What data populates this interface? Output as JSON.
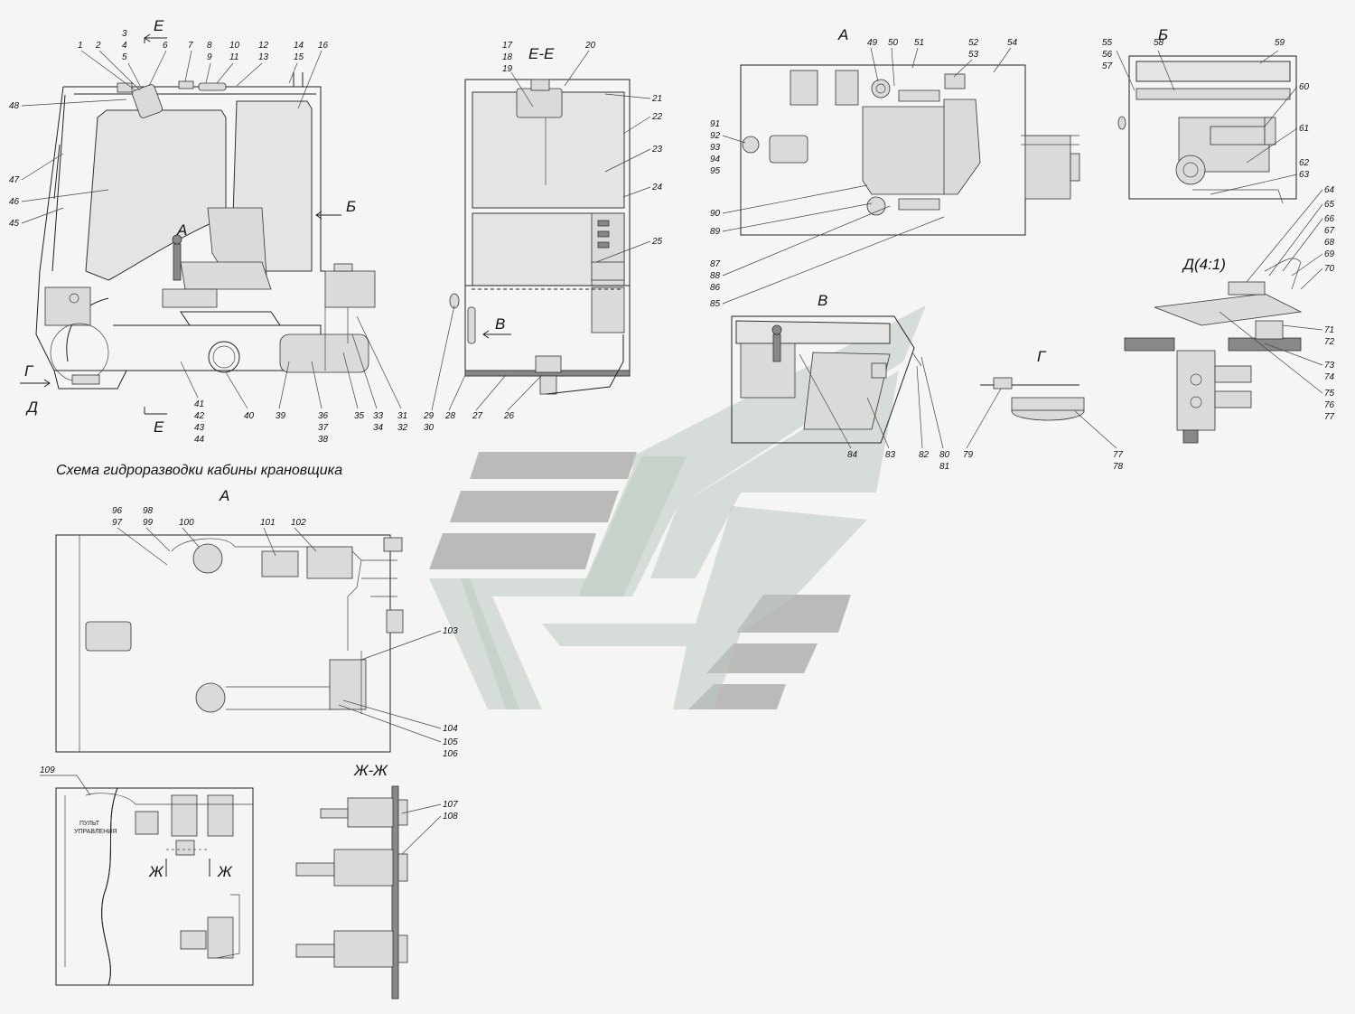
{
  "caption": "Схема гидроразводки кабины крановщика",
  "view_titles": {
    "section_ee": "Е-Е",
    "view_a_top": "А",
    "view_b_top": "Б",
    "view_v": "В",
    "view_g": "Г",
    "view_d": "Д(4:1)",
    "view_a_bottom": "А",
    "section_zhzh": "Ж-Ж"
  },
  "markers": {
    "e_top": "Е",
    "e_bottom": "Е",
    "a_side": "А",
    "b_side": "Б",
    "v_section": "В",
    "g_side": "Г",
    "d_side": "Д",
    "zh_left": "Ж",
    "zh_right": "Ж"
  },
  "panel_label": [
    "ПУЛЬТ",
    "УПРАВЛЕНИЯ"
  ],
  "callouts": {
    "side_top": [
      "1",
      "2",
      "3",
      "4",
      "5",
      "6",
      "7",
      "8",
      "9",
      "10",
      "11",
      "12",
      "13",
      "14",
      "15",
      "16"
    ],
    "side_left": [
      "48",
      "47",
      "46",
      "45"
    ],
    "side_bottom": [
      "41",
      "42",
      "43",
      "44",
      "40",
      "39",
      "36",
      "37",
      "38",
      "35",
      "33",
      "34",
      "31",
      "32"
    ],
    "section_ee": [
      "17",
      "18",
      "19",
      "20",
      "21",
      "22",
      "23",
      "24",
      "25",
      "29",
      "30",
      "28",
      "27",
      "26"
    ],
    "view_a_top": [
      "49",
      "50",
      "51",
      "52",
      "53",
      "54",
      "91",
      "92",
      "93",
      "94",
      "95",
      "90",
      "89",
      "87",
      "88",
      "86",
      "85"
    ],
    "view_b": [
      "55",
      "56",
      "57",
      "58",
      "59",
      "60",
      "61",
      "62",
      "63"
    ],
    "view_d": [
      "64",
      "65",
      "66",
      "67",
      "68",
      "69",
      "70",
      "71",
      "72",
      "73",
      "74",
      "75",
      "76",
      "77"
    ],
    "view_v": [
      "84",
      "83",
      "82",
      "80",
      "81"
    ],
    "view_g": [
      "79",
      "77",
      "78"
    ],
    "scheme_a": [
      "96",
      "97",
      "98",
      "99",
      "100",
      "101",
      "102",
      "103",
      "104",
      "105",
      "106"
    ],
    "scheme_bottom": [
      "109",
      "107",
      "108"
    ]
  }
}
